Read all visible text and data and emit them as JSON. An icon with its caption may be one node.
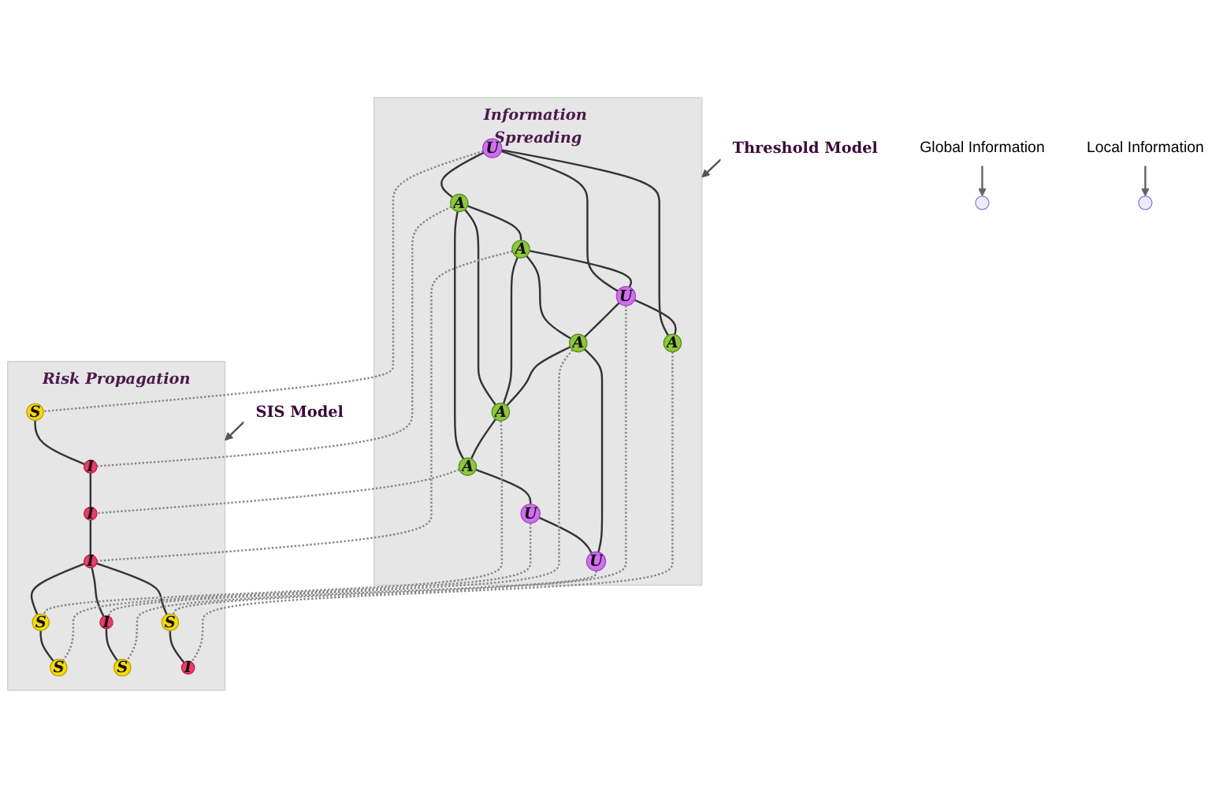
{
  "diagram": {
    "nodes": [
      {
        "text": [
          "Information Spreading"
        ]
      },
      {
        "text": [
          "A"
        ],
        "in": 0
      },
      {
        "text": [
          "A"
        ],
        "in": 0
      },
      {
        "text": [
          "U"
        ],
        "in": 0
      },
      {
        "text": [
          "A"
        ],
        "in": 0
      },
      {
        "text": [
          "U"
        ],
        "in": 0
      },
      {
        "text": [
          "A"
        ],
        "in": 0
      },
      {
        "text": [
          "U"
        ],
        "in": 0
      },
      {
        "text": [
          "A"
        ],
        "in": 0
      },
      {
        "text": [
          "A"
        ],
        "in": 0
      },
      {
        "text": [
          "U"
        ],
        "in": 0
      },
      {
        "text": [
          "Risk Propagation"
        ]
      },
      {
        "text": [
          "I"
        ],
        "in": 11
      },
      {
        "text": [
          "I"
        ],
        "in": 11
      },
      {
        "text": [
          "S"
        ],
        "in": 11
      },
      {
        "text": [
          "I"
        ],
        "in": 11
      },
      {
        "text": [
          "S"
        ],
        "in": 11
      },
      {
        "text": [
          "S"
        ],
        "in": 11
      },
      {
        "text": [
          "S"
        ],
        "in": 11
      },
      {
        "text": [
          "I"
        ],
        "in": 11
      },
      {
        "text": [
          "S"
        ],
        "in": 11
      },
      {
        "text": [
          "I"
        ],
        "in": 11
      },
      {
        "text": [
          "Global Information"
        ]
      },
      {
        "text": [
          "Local Information"
        ]
      },
      {
        "text": [
          "Threshold Model"
        ]
      },
      {
        "text": [
          "SIS Model"
        ]
      }
    ],
    "edges": [
      {
        "from": 3,
        "to": 1,
        "arrow": "none"
      },
      {
        "from": 1,
        "to": 2,
        "arrow": "none"
      },
      {
        "from": 3,
        "to": 8,
        "arrow": "none"
      },
      {
        "from": 3,
        "to": 7,
        "arrow": "none"
      },
      {
        "from": 1,
        "to": 4,
        "arrow": "none"
      },
      {
        "from": 1,
        "to": 6,
        "arrow": "none"
      },
      {
        "from": 4,
        "to": 6,
        "arrow": "none"
      },
      {
        "from": 4,
        "to": 7,
        "arrow": "none"
      },
      {
        "from": 4,
        "to": 9,
        "arrow": "none"
      },
      {
        "from": 6,
        "to": 2,
        "arrow": "none"
      },
      {
        "from": 2,
        "to": 5,
        "arrow": "none"
      },
      {
        "from": 5,
        "to": 10,
        "arrow": "none"
      },
      {
        "from": 7,
        "to": 8,
        "arrow": "none"
      },
      {
        "from": 7,
        "to": 9,
        "arrow": "none"
      },
      {
        "from": 9,
        "to": 6,
        "arrow": "none"
      },
      {
        "from": 9,
        "to": 10,
        "arrow": "none"
      },
      {
        "from": 14,
        "to": 12,
        "arrow": "none"
      },
      {
        "from": 12,
        "to": 13,
        "arrow": "none"
      },
      {
        "from": 13,
        "to": 15,
        "arrow": "none"
      },
      {
        "from": 15,
        "to": 17,
        "arrow": "none"
      },
      {
        "from": 17,
        "to": 16,
        "arrow": "none"
      },
      {
        "from": 15,
        "to": 18,
        "arrow": "none"
      },
      {
        "from": 15,
        "to": 19,
        "arrow": "none"
      },
      {
        "from": 18,
        "to": 21,
        "arrow": "none"
      },
      {
        "from": 19,
        "to": 20,
        "arrow": "none"
      },
      {
        "from": 1,
        "to": 12,
        "arrow": "none",
        "style": "dashed",
        "color": "#888888"
      },
      {
        "from": 2,
        "to": 13,
        "arrow": "none",
        "style": "dashed",
        "color": "#888888"
      },
      {
        "from": 3,
        "to": 14,
        "arrow": "none",
        "style": "dashed",
        "color": "#888888"
      },
      {
        "from": 4,
        "to": 15,
        "arrow": "none",
        "style": "dashed",
        "color": "#888888"
      },
      {
        "from": 5,
        "to": 16,
        "arrow": "none",
        "style": "dashed",
        "color": "#888888"
      },
      {
        "from": 6,
        "to": 17,
        "arrow": "none",
        "style": "dashed",
        "color": "#888888"
      },
      {
        "from": 7,
        "to": 18,
        "arrow": "none",
        "style": "dashed",
        "color": "#888888"
      },
      {
        "from": 8,
        "to": 21,
        "arrow": "none",
        "style": "dashed",
        "color": "#888888"
      },
      {
        "from": 9,
        "to": 19,
        "arrow": "none",
        "style": "dashed",
        "color": "#888888"
      },
      {
        "from": 10,
        "to": 20,
        "arrow": "none",
        "style": "dashed",
        "color": "#888888"
      },
      {
        "from": 22,
        "to": null,
        "arrow": "to",
        "color": "#666666"
      },
      {
        "from": 23,
        "to": null,
        "arrow": "to",
        "color": "#666666"
      },
      {
        "from": 24,
        "to": 0,
        "arrow": "to",
        "color": "#555555"
      },
      {
        "from": 25,
        "to": 11,
        "arrow": "to",
        "color": "#555555"
      }
    ]
  }
}
